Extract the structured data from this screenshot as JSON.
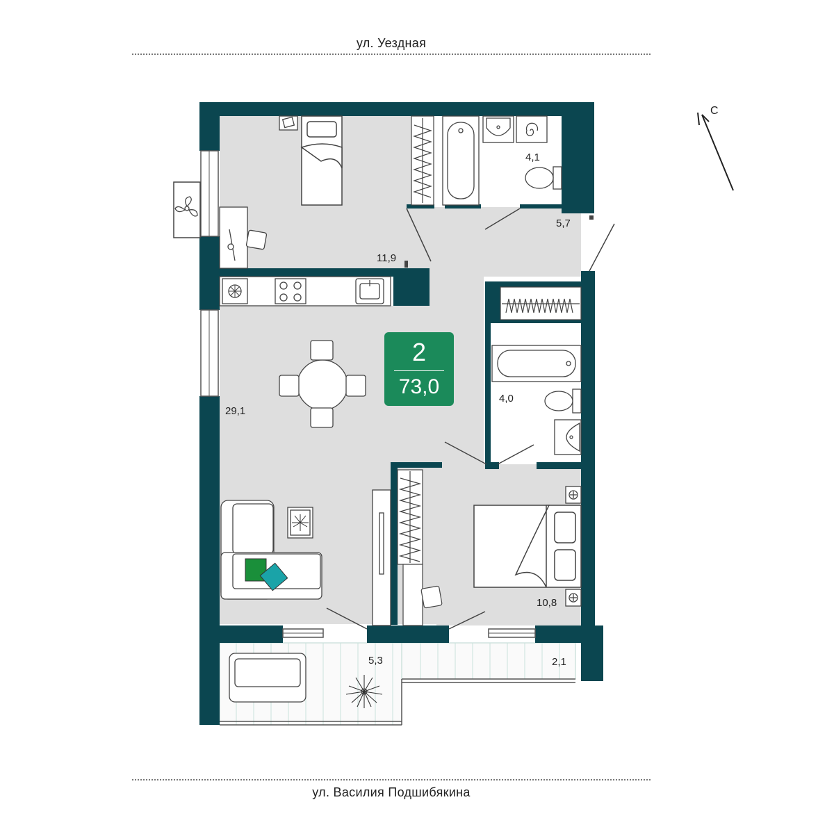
{
  "streets": {
    "top": "ул. Уездная",
    "bottom": "ул. Василия Подшибякина"
  },
  "compass": {
    "label": "С"
  },
  "summary": {
    "rooms": "2",
    "total_area": "73,0"
  },
  "rooms": {
    "bedroom": "11,9",
    "bathroom_top": "4,1",
    "hall": "5,7",
    "living_kitchen": "29,1",
    "bathroom_right": "4,0",
    "master_bedroom": "10,8",
    "balcony_left": "5,3",
    "balcony_right": "2,1"
  },
  "colors": {
    "wall": "#0b4650",
    "floor": "#dedede",
    "badge": "#1b8a5a",
    "pillow_green": "#1a8f3a",
    "pillow_teal": "#1aa3a8"
  }
}
